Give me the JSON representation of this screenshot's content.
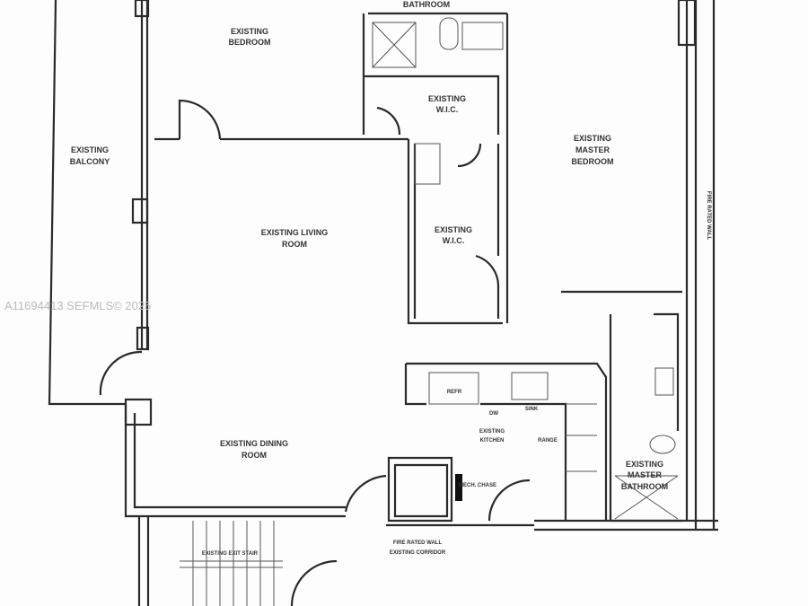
{
  "rooms": {
    "bathroom": "BATHROOM",
    "bedroom": [
      "EXISTING",
      "BEDROOM"
    ],
    "balcony": [
      "EXISTING",
      "BALCONY"
    ],
    "wic1": [
      "EXISTING",
      "W.I.C."
    ],
    "wic2": [
      "EXISTING",
      "W.I.C."
    ],
    "master_bedroom": [
      "EXISTING",
      "MASTER",
      "BEDROOM"
    ],
    "living": [
      "EXISTING LIVING",
      "ROOM"
    ],
    "dining": [
      "EXISTING DINING",
      "ROOM"
    ],
    "kitchen": [
      "EXISTING",
      "KITCHEN"
    ],
    "master_bath": [
      "EXISTING",
      "MASTER",
      "BATHROOM"
    ],
    "stair": "EXISTING EXIT STAIR",
    "corridor": [
      "FIRE RATED WALL",
      "EXISTING CORRIDOR"
    ],
    "fire_wall_vertical": "FIRE RATED WALL"
  },
  "fixtures": {
    "refr": "REFR",
    "dw": "DW",
    "sink": "SINK",
    "range": "RANGE",
    "mech": "MECH. CHASE"
  },
  "watermark": "A11694413 SEFMLS© 2025"
}
